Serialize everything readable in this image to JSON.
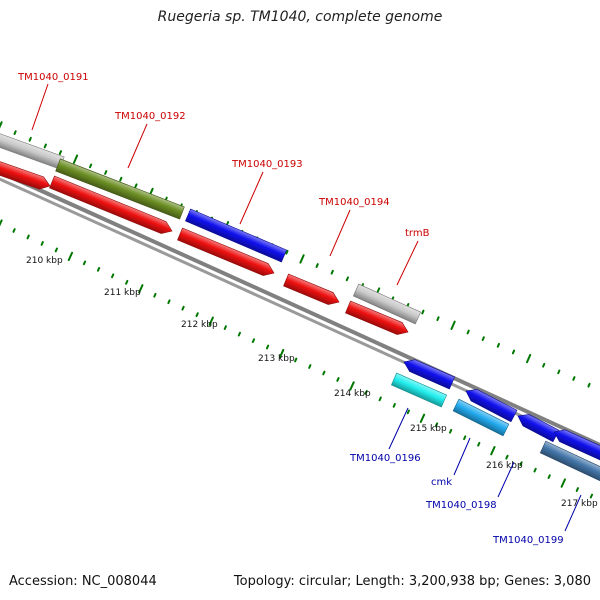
{
  "title": "Ruegeria sp. TM1040, complete genome",
  "footer": {
    "accession": "Accession: NC_008044",
    "topology": "Topology: circular; Length: 3,200,938 bp; Genes: 3,080"
  },
  "colors": {
    "red": "#ee1111",
    "olive": "#6b8e23",
    "blue": "#1111ee",
    "gray": "#c8c8c8",
    "cyan": "#22eeee",
    "skyblue": "#22aaee",
    "steelblue": "#4477aa",
    "label_red": "#cc0000",
    "label_blue": "#0000aa",
    "tick_green": "#007700",
    "backbone": "#808080"
  },
  "ruler": [
    "210 kbp",
    "211 kbp",
    "212 kbp",
    "213 kbp",
    "214 kbp",
    "215 kbp",
    "216 kbp",
    "217 kbp"
  ],
  "labels": [
    {
      "text": "TM1040_0191",
      "color": "label_red"
    },
    {
      "text": "TM1040_0192",
      "color": "label_red"
    },
    {
      "text": "TM1040_0193",
      "color": "label_red"
    },
    {
      "text": "TM1040_0194",
      "color": "label_red"
    },
    {
      "text": "trmB",
      "color": "label_red"
    },
    {
      "text": "TM1040_0196",
      "color": "label_blue"
    },
    {
      "text": "cmk",
      "color": "label_blue"
    },
    {
      "text": "TM1040_0198",
      "color": "label_blue"
    },
    {
      "text": "TM1040_0199",
      "color": "label_blue"
    }
  ]
}
